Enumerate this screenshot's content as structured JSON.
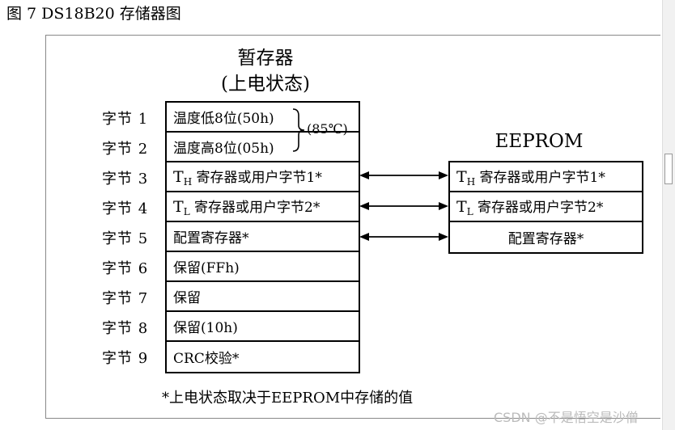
{
  "caption": "图 7 DS18B20 存储器图",
  "scratchpad": {
    "title": "暂存器",
    "subtitle": "(上电状态)",
    "rows": [
      {
        "label": "字节 1",
        "content": "温度低8位(50h)"
      },
      {
        "label": "字节 2",
        "content": "温度高8位(05h)"
      },
      {
        "label": "字节 3",
        "content_prefix": "T",
        "content_sub": "H",
        "content_rest": " 寄存器或用户字节1*"
      },
      {
        "label": "字节 4",
        "content_prefix": "T",
        "content_sub": "L",
        "content_rest": " 寄存器或用户字节2*"
      },
      {
        "label": "字节 5",
        "content": "配置寄存器*"
      },
      {
        "label": "字节 6",
        "content": "保留(FFh)"
      },
      {
        "label": "字节 7",
        "content": "保留"
      },
      {
        "label": "字节 8",
        "content": "保留(10h)"
      },
      {
        "label": "字节 9",
        "content": "CRC校验*"
      }
    ],
    "brace_note": "(85℃)"
  },
  "eeprom": {
    "title": "EEPROM",
    "rows": [
      {
        "content_prefix": "T",
        "content_sub": "H",
        "content_rest": " 寄存器或用户字节1*"
      },
      {
        "content_prefix": "T",
        "content_sub": "L",
        "content_rest": " 寄存器或用户字节2*"
      },
      {
        "content": "配置寄存器*"
      }
    ]
  },
  "footnote": "*上电状态取决于EEPROM中存储的值",
  "watermark": "CSDN @不是悟空是沙僧"
}
